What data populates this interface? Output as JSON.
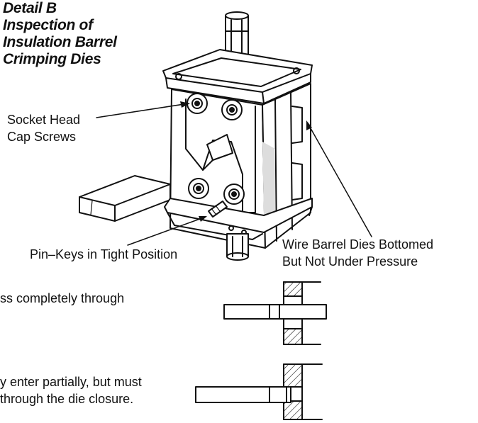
{
  "title": {
    "line1": "Detail B",
    "line2": "Inspection of",
    "line3": "Insulation Barrel",
    "line4": "Crimping Dies"
  },
  "labels": {
    "socket_head_1": "Socket Head",
    "socket_head_2": "Cap Screws",
    "pin_keys": "Pin–Keys in Tight Position",
    "wire_barrel_1": "Wire Barrel Dies Bottomed",
    "wire_barrel_2": "But Not Under Pressure",
    "go_text": "ss completely through",
    "nogo_text_1": "y enter partially, but must",
    "nogo_text_2": "through the die closure."
  }
}
